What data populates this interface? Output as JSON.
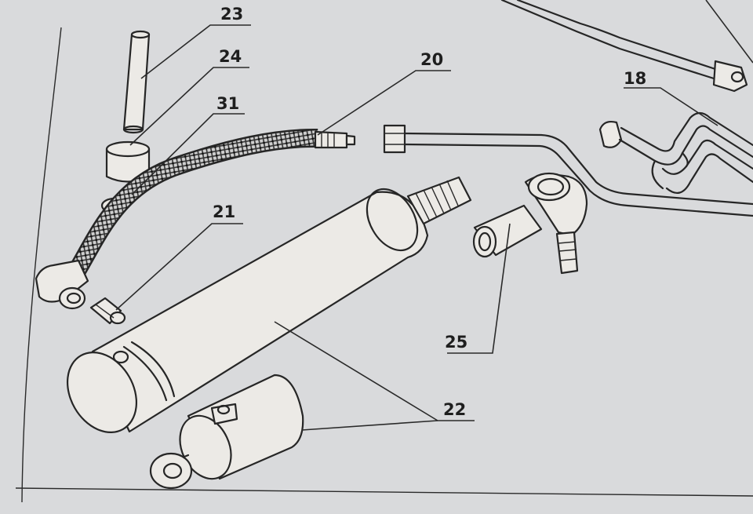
{
  "callouts": {
    "c23": "23",
    "c24": "24",
    "c31": "31",
    "c20": "20",
    "c18": "18",
    "c21": "21",
    "c25": "25",
    "c22": "22"
  },
  "colors": {
    "paper": "#d9dadc",
    "ink": "#262626",
    "part_fill": "#eceae6"
  }
}
